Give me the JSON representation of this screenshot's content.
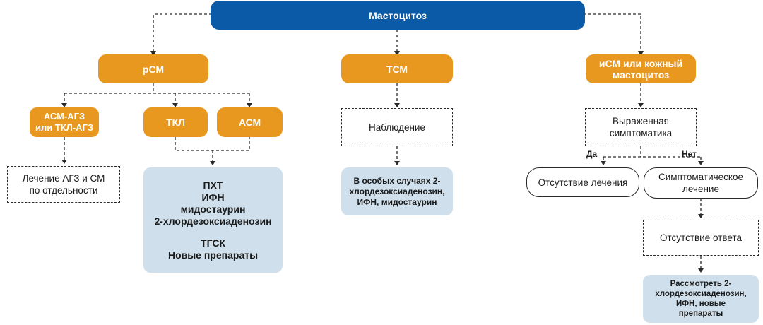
{
  "root": {
    "label": "Мастоцитоз"
  },
  "branches": {
    "rsm": {
      "label": "рСМ",
      "asm_agz": {
        "line1": "АСМ-АГЗ",
        "line2": "или ТКЛ-АГЗ"
      },
      "treat_sep": {
        "line1": "Лечение АГЗ и СМ",
        "line2": "по отдельности"
      },
      "tkl": "ТКЛ",
      "asm": "АСМ",
      "therapy_a": [
        "ПХТ",
        "ИФН",
        "мидостаурин",
        "2-хлордезоксиаденозин"
      ],
      "therapy_b": [
        "ТГСК",
        "Новые препараты"
      ]
    },
    "tsm": {
      "label": "ТСМ",
      "observe": "Наблюдение",
      "special": [
        "В особых случаях 2-",
        "хлордезоксиаденозин,",
        "ИФН, мидостаурин"
      ]
    },
    "ism": {
      "label": {
        "line1": "иСМ или кожный",
        "line2": "мастоцитоз"
      },
      "symptoms": {
        "line1": "Выраженная",
        "line2": "симптоматика"
      },
      "yes": "Да",
      "no": "Нет",
      "no_treatment": "Отсутствие лечения",
      "symptomatic": {
        "line1": "Симптоматическое",
        "line2": "лечение"
      },
      "no_response": "Отсутствие ответа",
      "consider": [
        "Рассмотреть 2-",
        "хлордезоксиаденозин,",
        "ИФН, новые",
        "препараты"
      ]
    }
  },
  "colors": {
    "root": "#0a5aa7",
    "category": "#e9981f",
    "treatment": "#cfe0ec",
    "connector": "#2a2a2a"
  }
}
